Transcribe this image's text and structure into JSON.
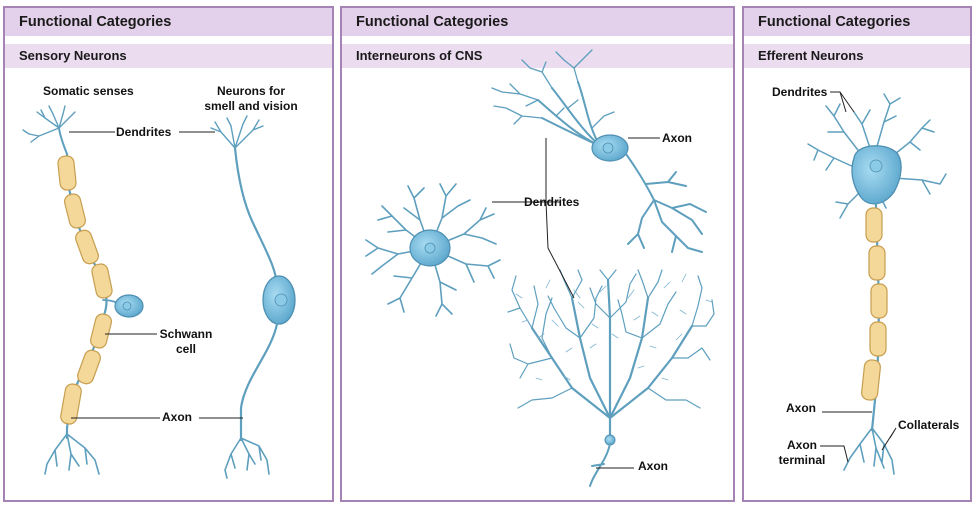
{
  "panels": [
    {
      "category": "Functional Categories",
      "subtitle": "Sensory Neurons",
      "labels": {
        "somatic_senses": "Somatic senses",
        "neurons_for": "Neurons for",
        "smell_vision": "smell and vision",
        "dendrites": "Dendrites",
        "schwann": "Schwann",
        "cell": "cell",
        "axon": "Axon"
      }
    },
    {
      "category": "Functional Categories",
      "subtitle": "Interneurons of CNS",
      "labels": {
        "axon_top": "Axon",
        "dendrites": "Dendrites",
        "axon_bottom": "Axon"
      }
    },
    {
      "category": "Functional Categories",
      "subtitle": "Efferent Neurons",
      "labels": {
        "dendrites": "Dendrites",
        "axon": "Axon",
        "collaterals": "Collaterals",
        "axon_terminal_1": "Axon",
        "axon_terminal_2": "terminal"
      }
    }
  ],
  "colors": {
    "frame": "#a583b5",
    "header": "#e3d0ea",
    "neuron": "#5e9fbe",
    "cell_body": "#7cc0e0",
    "myelin": "#f3d89a"
  }
}
